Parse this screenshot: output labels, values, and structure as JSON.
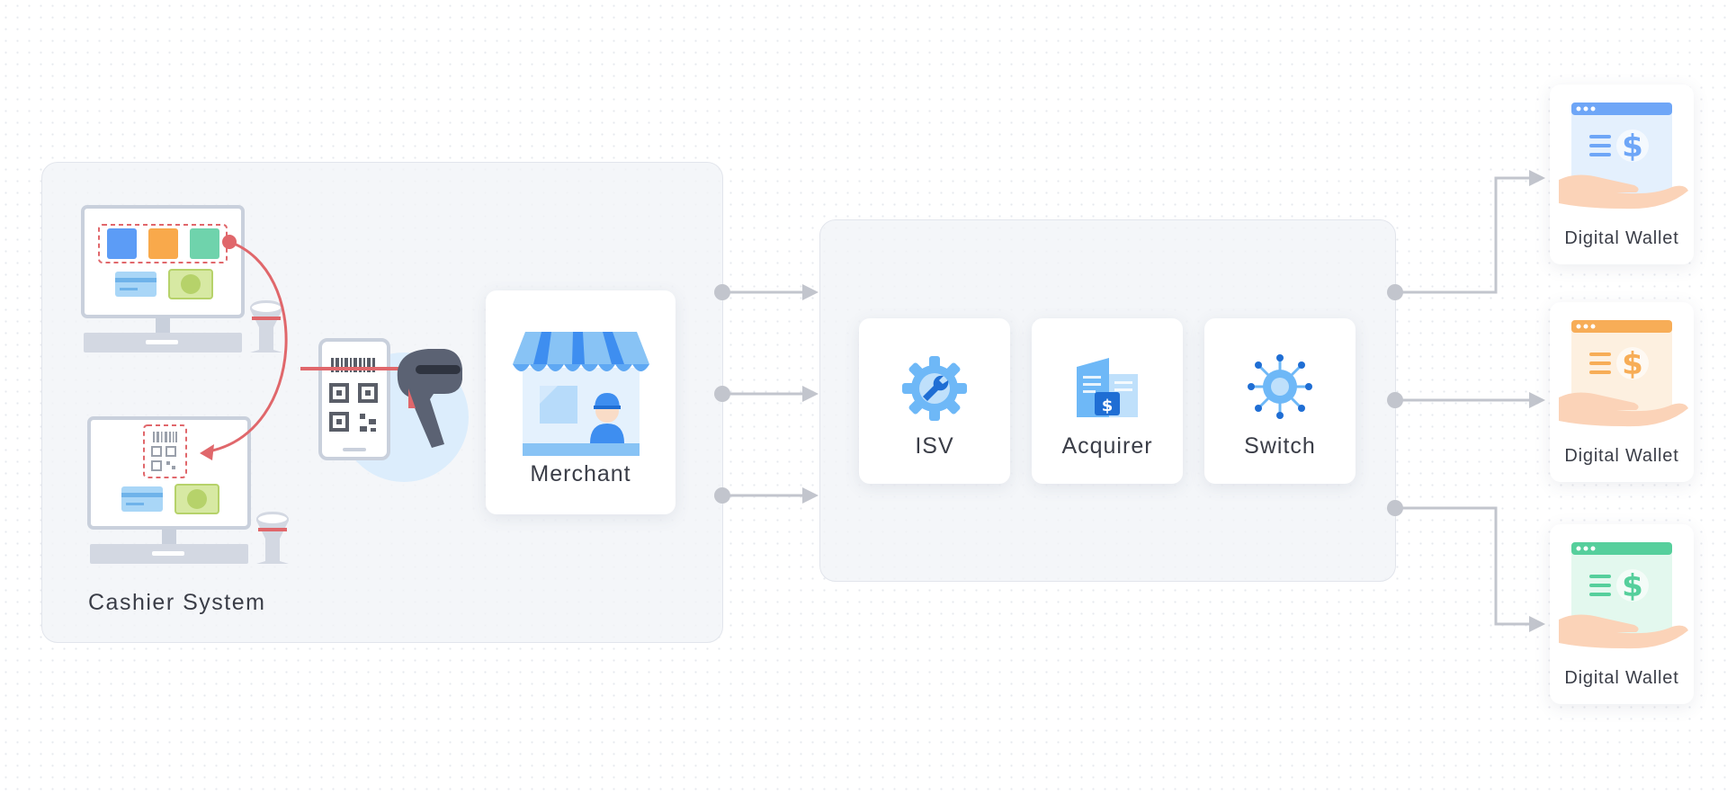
{
  "cashier_system": {
    "label": "Cashier System"
  },
  "merchant": {
    "label": "Merchant"
  },
  "processors": [
    {
      "label": "ISV",
      "icon": "gear-wrench-icon"
    },
    {
      "label": "Acquirer",
      "icon": "bank-building-icon"
    },
    {
      "label": "Switch",
      "icon": "network-hub-icon"
    }
  ],
  "wallets": [
    {
      "label": "Digital Wallet",
      "accent": "#6ea6f7",
      "bg": "#e4f0fd"
    },
    {
      "label": "Digital Wallet",
      "accent": "#f7ad57",
      "bg": "#fdf0e0"
    },
    {
      "label": "Digital Wallet",
      "accent": "#56cf9c",
      "bg": "#e3f8ee"
    }
  ],
  "colors": {
    "connector": "#c2c5cd",
    "scan_highlight": "#e0676b",
    "primary_blue": "#3e8ef0"
  }
}
